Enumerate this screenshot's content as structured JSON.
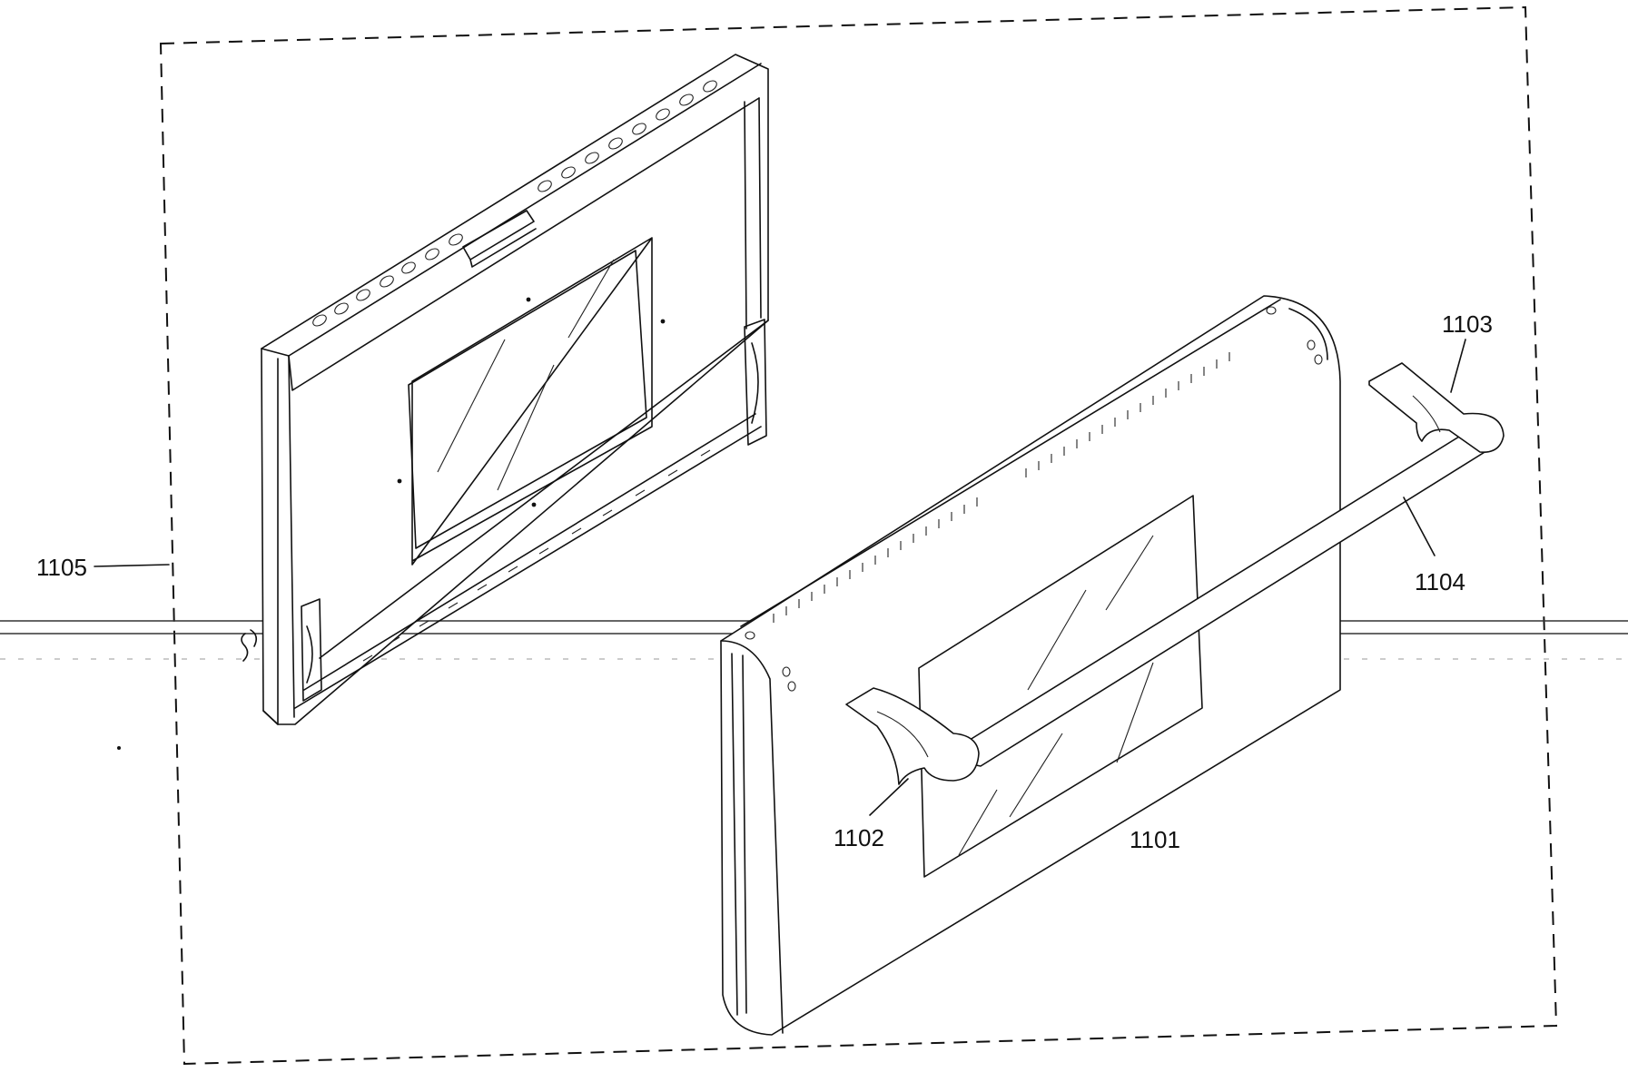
{
  "callouts": {
    "door_panel": "1101",
    "left_handle_bracket": "1102",
    "right_handle_bracket": "1103",
    "handle_bar": "1104",
    "inner_door_assembly": "1105"
  }
}
